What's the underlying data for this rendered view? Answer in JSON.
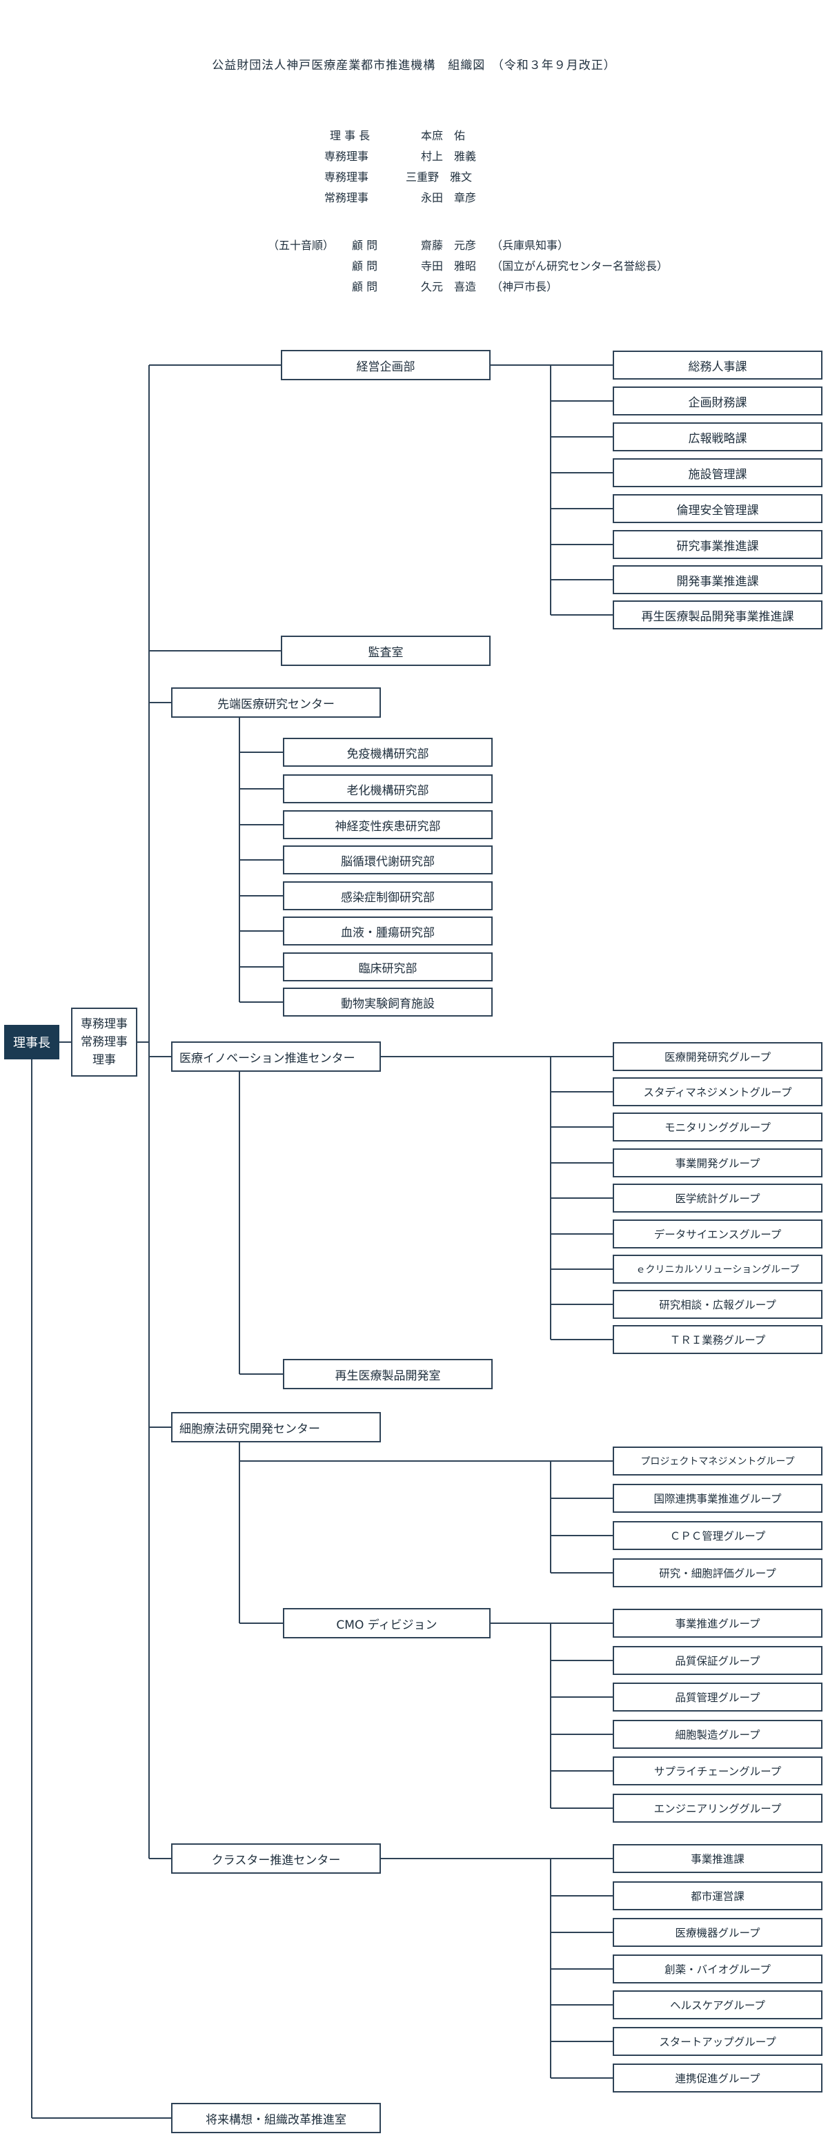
{
  "title": "公益財団法人神戸医療産業都市推進機構　組織図　（令和３年９月改正）",
  "officers": [
    {
      "role": "理 事 長",
      "name": "本庶　佑",
      "note": ""
    },
    {
      "role": "専務理事",
      "name": "村上　雅義",
      "note": ""
    },
    {
      "role": "専務理事",
      "name": "三重野　雅文",
      "note": ""
    },
    {
      "role": "常務理事",
      "name": "永田　章彦",
      "note": ""
    }
  ],
  "advisors_label": "（五十音順）",
  "advisors": [
    {
      "role": "顧 問",
      "name": "齋藤　元彦",
      "note": "（兵庫県知事）"
    },
    {
      "role": "顧 問",
      "name": "寺田　雅昭",
      "note": "（国立がん研究センター名誉総長）"
    },
    {
      "role": "顧 問",
      "name": "久元　喜造",
      "note": "（神戸市長）"
    }
  ],
  "chair": "理事長",
  "exec_lines": [
    "専務理事",
    "常務理事",
    "理事"
  ],
  "departments": {
    "keiei": {
      "label": "経営企画部",
      "children": [
        "総務人事課",
        "企画財務課",
        "広報戦略課",
        "施設管理課",
        "倫理安全管理課",
        "研究事業推進課",
        "開発事業推進課",
        "再生医療製品開発事業推進課"
      ]
    },
    "kansa": {
      "label": "監査室"
    },
    "sentan": {
      "label": "先端医療研究センター",
      "children": [
        "免疫機構研究部",
        "老化機構研究部",
        "神経変性疾患研究部",
        "脳循環代謝研究部",
        "感染症制御研究部",
        "血液・腫瘍研究部",
        "臨床研究部",
        "動物実験飼育施設"
      ]
    },
    "innovation": {
      "label": "医療イノベーション推進センター",
      "children": [
        "医療開発研究グループ",
        "スタディマネジメントグループ",
        "モニタリンググループ",
        "事業開発グループ",
        "医学統計グループ",
        "データサイエンスグループ",
        "ｅクリニカルソリューショングループ",
        "研究相談・広報グループ",
        "ＴＲＩ業務グループ"
      ],
      "sub": "再生医療製品開発室"
    },
    "saibou": {
      "label": "細胞療法研究開発センター",
      "children": [
        "プロジェクトマネジメントグループ",
        "国際連携事業推進グループ",
        "ＣＰＣ管理グループ",
        "研究・細胞評価グループ"
      ],
      "cmo": {
        "label": "CMO ディビジョン",
        "children": [
          "事業推進グループ",
          "品質保証グループ",
          "品質管理グループ",
          "細胞製造グループ",
          "サプライチェーングループ",
          "エンジニアリンググループ"
        ]
      }
    },
    "cluster": {
      "label": "クラスター推進センター",
      "children": [
        "事業推進課",
        "都市運営課",
        "医療機器グループ",
        "創薬・バイオグループ",
        "ヘルスケアグループ",
        "スタートアップグループ",
        "連携促進グループ"
      ]
    },
    "shourai": {
      "label": "将来構想・組織改革推進室"
    }
  },
  "colors": {
    "line": "#2e4256",
    "chair_bg": "#1b3a52",
    "text": "#1f2f3d"
  }
}
